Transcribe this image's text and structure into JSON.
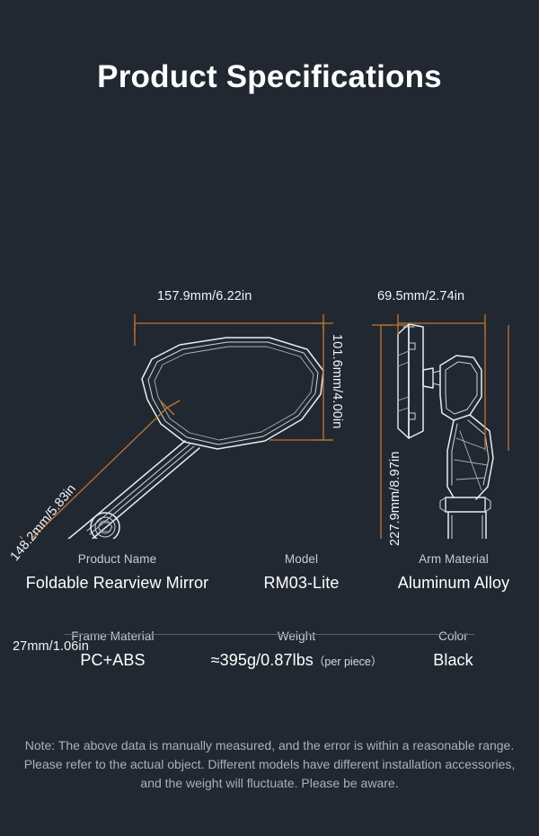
{
  "page": {
    "title": "Product Specifications",
    "background_color": "#212831",
    "dimension_line_color": "#c2762e",
    "drawing_line_color": "#e8ecf0",
    "text_color": "#ffffff"
  },
  "diagram": {
    "front_view": {
      "width_label": "157.9mm/6.22in",
      "height_label": "101.6mm/4.00in",
      "arm_length_label": "148.2mm/5.83in",
      "clamp_width_label": "27mm/1.06in"
    },
    "side_view": {
      "width_label": "69.5mm/2.74in",
      "height_label": "227.9mm/8.97in"
    }
  },
  "specs": {
    "rows": [
      {
        "cells": [
          {
            "label": "Product Name",
            "value": "Foldable Rearview Mirror",
            "suffix": ""
          },
          {
            "label": "Model",
            "value": "RM03-Lite",
            "suffix": ""
          },
          {
            "label": "Arm Material",
            "value": "Aluminum Alloy",
            "suffix": ""
          }
        ]
      },
      {
        "cells": [
          {
            "label": "Frame Material",
            "value": "PC+ABS",
            "suffix": ""
          },
          {
            "label": "Weight",
            "value": "≈395g/0.87lbs",
            "suffix": "（per piece）"
          },
          {
            "label": "Color",
            "value": "Black",
            "suffix": ""
          }
        ]
      }
    ]
  },
  "note": "Note: The above data is manually measured, and the error is within a reasonable range. Please refer to the actual object. Different models have different installation accessories, and the weight will fluctuate. Please be aware."
}
